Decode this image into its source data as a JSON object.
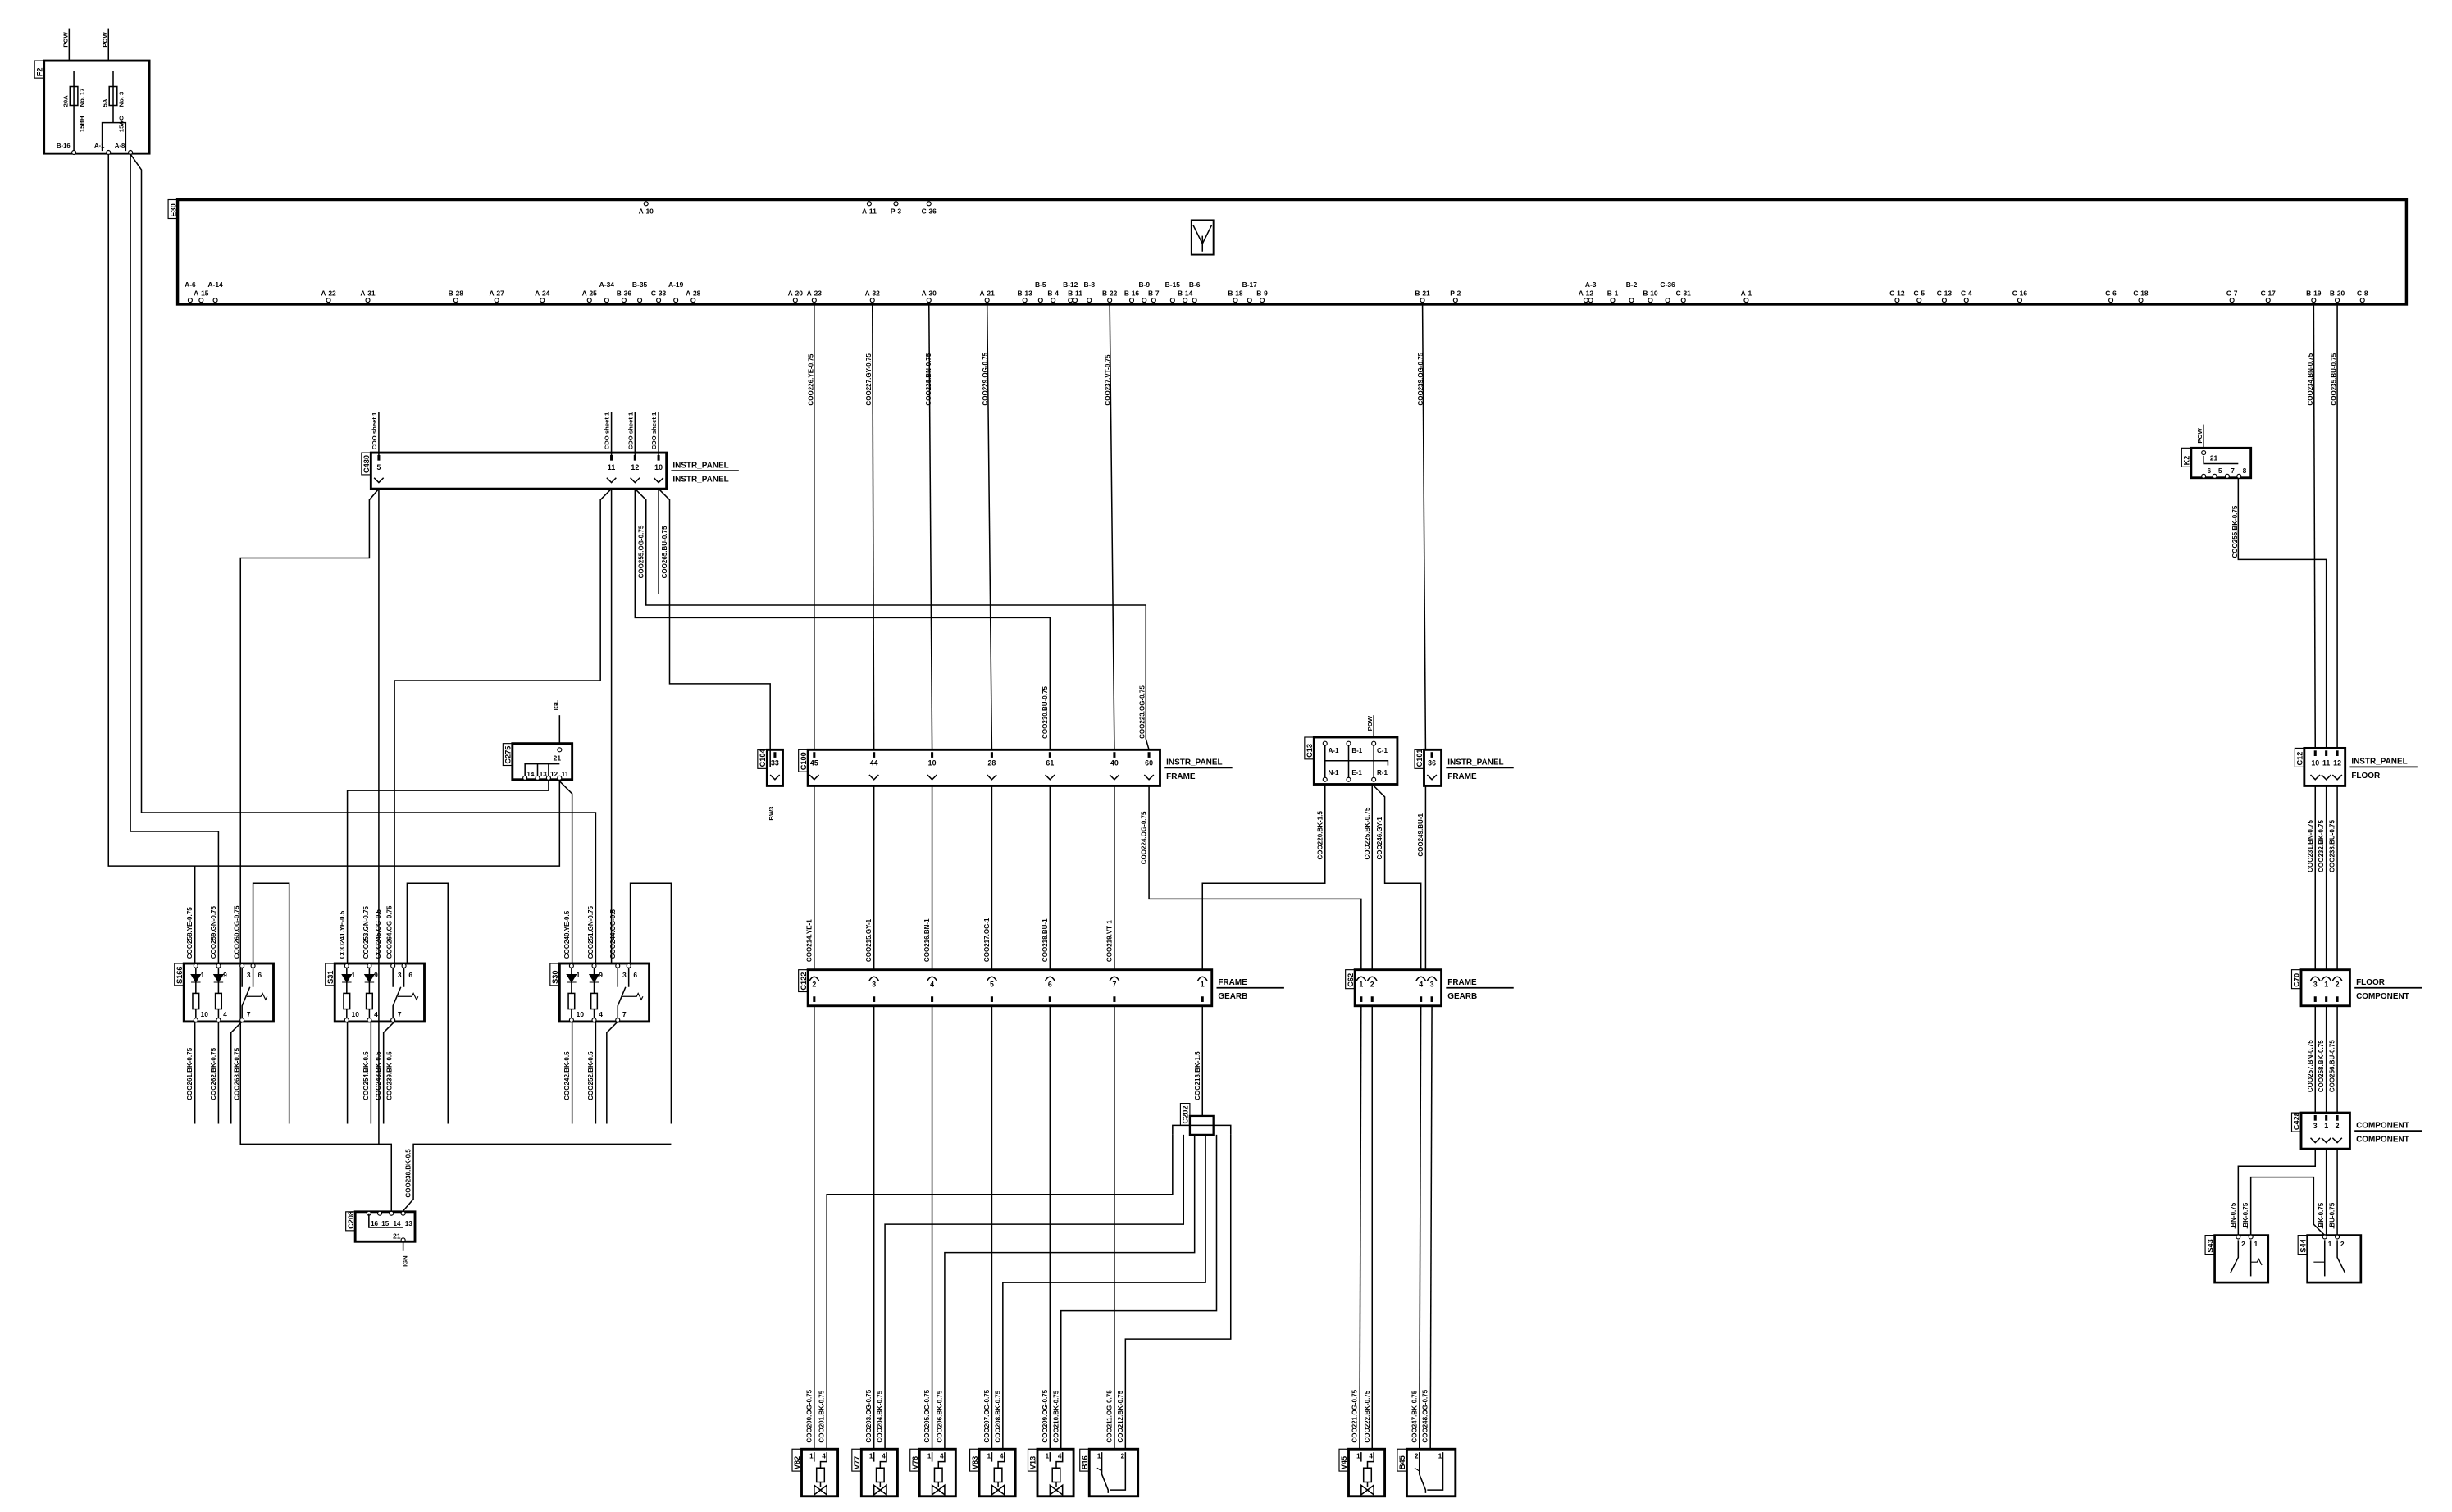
{
  "fuse_box": {
    "ref": "F2",
    "power": [
      "POW",
      "POW"
    ],
    "fuses": [
      {
        "rating": "20A",
        "number": "No. 17",
        "wire": "15BH"
      },
      {
        "rating": "5A",
        "number": "No. 3",
        "wire": "15AC"
      }
    ],
    "pins": [
      "B-16",
      "A-1",
      "A-8"
    ]
  },
  "ecu": {
    "ref": "E30",
    "top_pins": [
      "A-10",
      "A-11",
      "P-3",
      "C-36"
    ],
    "bottom_pins": [
      "A-6",
      "A-15",
      "A-14",
      "A-22",
      "A-31",
      "B-28",
      "A-27",
      "A-24",
      "A-34",
      "A-25",
      "B-35",
      "B-36",
      "C-33",
      "A-19",
      "A-28",
      "A-20",
      "A-23",
      "A-32",
      "A-30",
      "A-21",
      "B-5",
      "B-13",
      "B-4",
      "B-12",
      "B-11",
      "B-8",
      "B-22",
      "B-16",
      "B-9",
      "B-7",
      "B-15",
      "B-14",
      "B-6",
      "B-17",
      "B-18",
      "B-9",
      "B-21",
      "P-2",
      "A-3",
      "A-12",
      "B-1",
      "B-2",
      "B-10",
      "C-36",
      "C-31",
      "A-1",
      "C-12",
      "C-5",
      "C-13",
      "C-4",
      "C-16",
      "C-6",
      "C-18",
      "C-7",
      "C-17",
      "B-19",
      "B-20",
      "C-8"
    ]
  },
  "connectors": {
    "C480": {
      "ref": "C480",
      "pins": [
        "5",
        "11",
        "12",
        "10"
      ],
      "sheet_refs": [
        "CDO sheet 1",
        "CDO sheet 1",
        "CDO sheet 1",
        "CDO sheet 1"
      ],
      "side_a": "INSTR_PANEL",
      "side_b": "INSTR_PANEL"
    },
    "C104": {
      "ref": "C104",
      "pins": [
        "33"
      ],
      "note": "BW3"
    },
    "C100": {
      "ref": "C100",
      "pins": [
        "45",
        "44",
        "10",
        "28",
        "61",
        "40",
        "60"
      ],
      "side_a": "INSTR_PANEL",
      "side_b": "FRAME"
    },
    "C13": {
      "ref": "C13",
      "power": "POW",
      "pins": [
        "A-1",
        "B-1",
        "C-1",
        "N-1",
        "E-1",
        "R-1"
      ]
    },
    "C101": {
      "ref": "C101",
      "pins": [
        "36"
      ],
      "side_a": "INSTR_PANEL",
      "side_b": "FRAME"
    },
    "C122": {
      "ref": "C122",
      "pins": [
        "2",
        "3",
        "4",
        "5",
        "6",
        "7",
        "1"
      ],
      "side_a": "FRAME",
      "side_b": "GEARB"
    },
    "C62": {
      "ref": "C62",
      "pins": [
        "1",
        "2",
        "4",
        "3"
      ],
      "side_a": "FRAME",
      "side_b": "GEARB"
    },
    "C275": {
      "ref": "C275",
      "power": "IGL",
      "pins": [
        "21",
        "14",
        "13",
        "12",
        "11"
      ]
    },
    "C208": {
      "ref": "C208",
      "power": "IGN",
      "pins": [
        "16",
        "15",
        "14",
        "13",
        "21"
      ]
    },
    "C202": {
      "ref": "C202"
    },
    "K2": {
      "ref": "K2",
      "power": "POW",
      "pins": [
        "21",
        "6",
        "5",
        "7",
        "8"
      ]
    },
    "C12": {
      "ref": "C12",
      "pins": [
        "10",
        "11",
        "12"
      ],
      "side_a": "INSTR_PANEL",
      "side_b": "FLOOR"
    },
    "C70": {
      "ref": "C70",
      "pins": [
        "3",
        "1",
        "2"
      ],
      "side_a": "FLOOR",
      "side_b": "COMPONENT"
    },
    "C428": {
      "ref": "C428",
      "pins": [
        "3",
        "1",
        "2"
      ],
      "side_a": "COMPONENT",
      "side_b": "COMPONENT"
    }
  },
  "switches": [
    {
      "ref": "S166",
      "pins": [
        "1",
        "9",
        "3",
        "6",
        "10",
        "4",
        "7"
      ]
    },
    {
      "ref": "S31",
      "pins": [
        "1",
        "9",
        "3",
        "6",
        "10",
        "4",
        "7"
      ]
    },
    {
      "ref": "S30",
      "pins": [
        "1",
        "9",
        "3",
        "6",
        "10",
        "4",
        "7"
      ]
    }
  ],
  "components": [
    {
      "ref": "V82",
      "pins": [
        "1",
        "4"
      ]
    },
    {
      "ref": "V77",
      "pins": [
        "1",
        "4"
      ]
    },
    {
      "ref": "V76",
      "pins": [
        "1",
        "4"
      ]
    },
    {
      "ref": "V83",
      "pins": [
        "1",
        "4"
      ]
    },
    {
      "ref": "V13",
      "pins": [
        "1",
        "4"
      ]
    },
    {
      "ref": "B16",
      "pins": [
        "1",
        "2"
      ]
    },
    {
      "ref": "V45",
      "pins": [
        "1",
        "4"
      ]
    },
    {
      "ref": "B45",
      "pins": [
        "2",
        "1"
      ]
    }
  ],
  "right_switches": [
    {
      "ref": "S43",
      "pins": [
        "2",
        "1"
      ]
    },
    {
      "ref": "S44",
      "pins": [
        "1",
        "2"
      ]
    }
  ],
  "wires": [
    "COO226.YE-0.75",
    "COO227.GY-0.75",
    "COO228.BN-0.75",
    "COO229.OG-0.75",
    "COO237.VT-0.75",
    "COO239.OG-0.75",
    "COO234.BN-0.75",
    "COO235.BU-0.75",
    "COO255.OG-0.75",
    "COO265.BU-0.75",
    "COO230.BU-0.75",
    "COO223.OG-0.75",
    "COO224.OG-0.75",
    "COO220.BK-1.5",
    "COO225.BK-0.75",
    "COO246.GY-1",
    "COO249.BU-1",
    "COO214.YE-1",
    "COO215.GY-1",
    "COO216.BN-1",
    "COO217.OG-1",
    "COO218.BU-1",
    "COO219.VT-1",
    "COO213.BK-1.5",
    "COO255.BK-0.75",
    "COO231.BN-0.75",
    "COO232.BK-0.75",
    "COO233.BU-0.75",
    "COO257.BN-0.75",
    "COO258.BK-0.75",
    "COO256.BU-0.75",
    ".BN-0.75",
    ".BK-0.75",
    ".BK-0.75",
    ".BU-0.75",
    "COO258.YE-0.75",
    "COO259.GN-0.75",
    "COO260.OG-0.75",
    "COO261.BK-0.75",
    "COO262.BK-0.75",
    "COO263.BK-0.75",
    "COO241.YE-0.5",
    "COO253.GN-0.75",
    "COO245.OG-0.5",
    "COO264.OG-0.75",
    "COO254.BK-0.5",
    "COO243.BK-0.5",
    "COO239.BK-0.5",
    "COO240.YE-0.5",
    "COO251.GN-0.75",
    "COO244.OG-0.5",
    "COO242.BK-0.5",
    "COO252.BK-0.5",
    "COO238.BK-0.5",
    "COO200.OG-0.75",
    "COO201.BK-0.75",
    "COO203.OG-0.75",
    "COO204.BK-0.75",
    "COO205.OG-0.75",
    "COO206.BK-0.75",
    "COO207.OG-0.75",
    "COO208.BK-0.75",
    "COO209.OG-0.75",
    "COO210.BK-0.75",
    "COO211.OG-0.75",
    "COO212.BK-0.75",
    "COO221.OG-0.75",
    "COO222.BK-0.75",
    "COO247.BK-0.75",
    "COO248.OG-0.75"
  ]
}
